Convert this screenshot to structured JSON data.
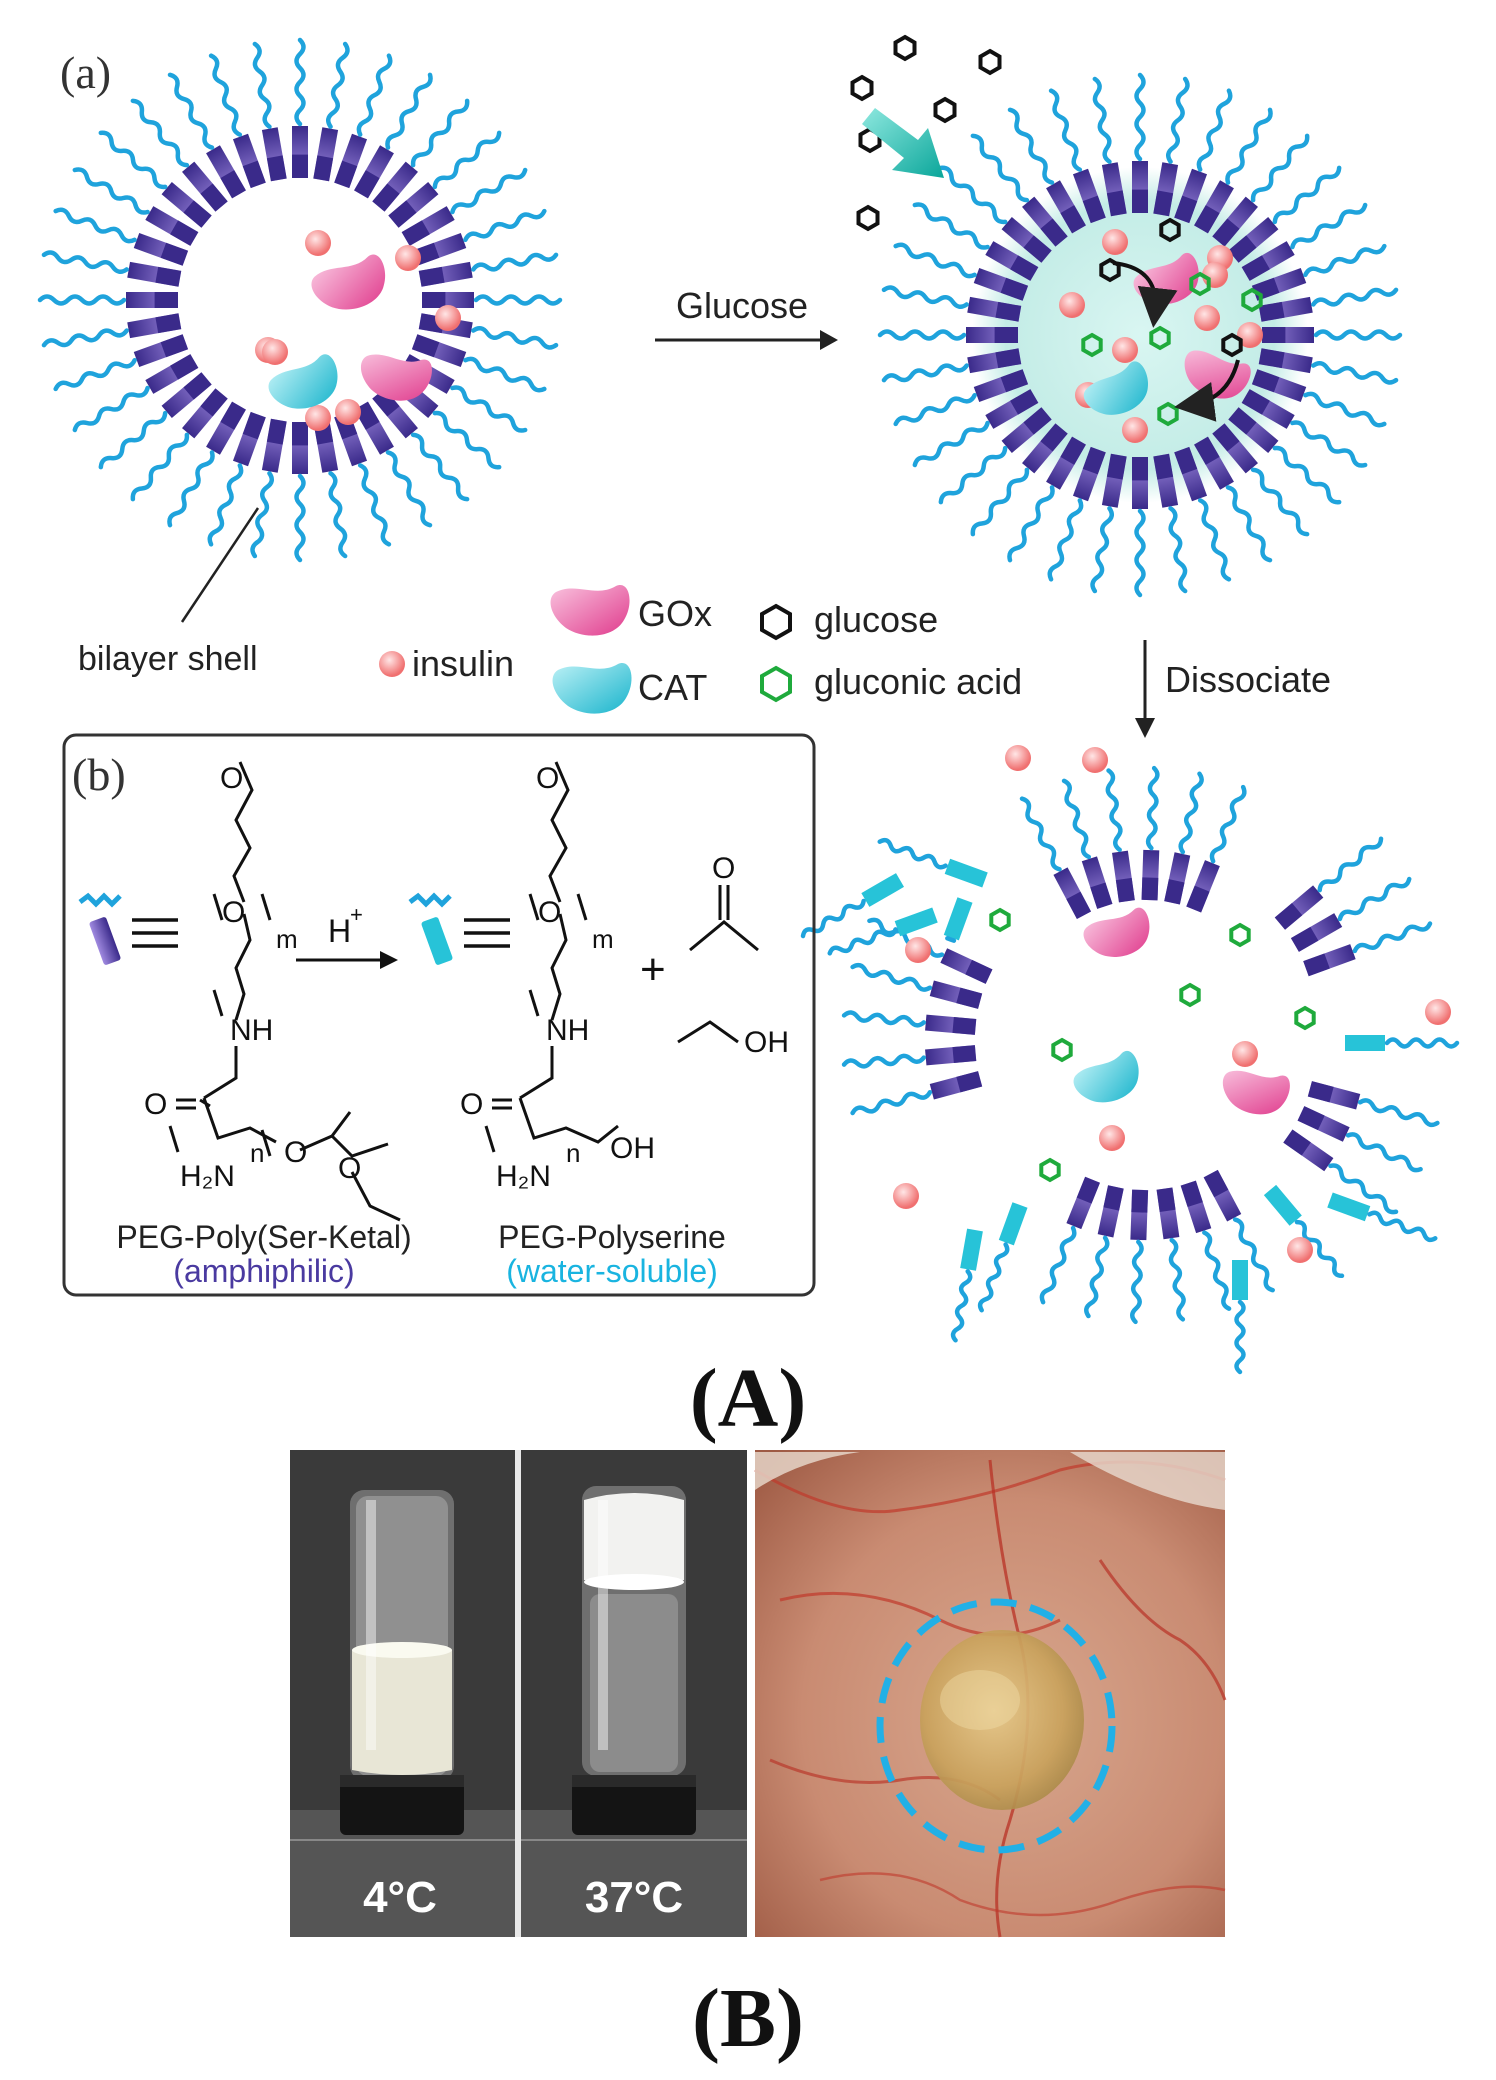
{
  "panel_a": {
    "label": "(a)",
    "arrow_glucose": "Glucose",
    "arrow_dissociate": "Dissociate",
    "bilayer_label": "bilayer shell",
    "legend": {
      "gox": "GOx",
      "cat": "CAT",
      "insulin": "insulin",
      "glucose": "glucose",
      "gluconic": "gluconic acid"
    }
  },
  "panel_b": {
    "label": "(b)",
    "reagent": "H",
    "reagent_sup": "+",
    "plus": "+",
    "left_name": "PEG-Poly(Ser-Ketal)",
    "left_property": "(amphiphilic)",
    "right_name": "PEG-Polyserine",
    "right_property": "(water-soluble)",
    "atoms": {
      "o": "O",
      "nh": "NH",
      "h2n": "H₂N",
      "oh": "OH",
      "m": "m",
      "n": "n"
    }
  },
  "caption_a": "(A)",
  "caption_b": "(B)",
  "photos": {
    "temp1": "4°C",
    "temp2": "37°C"
  },
  "colors": {
    "chain": "#1fa3dc",
    "purple_dark": "#3a2a8a",
    "purple_light": "#a08ae0",
    "gox": "#e8509c",
    "cat": "#27c3d8",
    "insulin": "#f07878",
    "gluconic": "#1faa3c",
    "halo": "#c8efea",
    "amphiphilic": "#4a3aa0",
    "watersoluble": "#19b4e0",
    "dashed_circle": "#22b0e6"
  }
}
